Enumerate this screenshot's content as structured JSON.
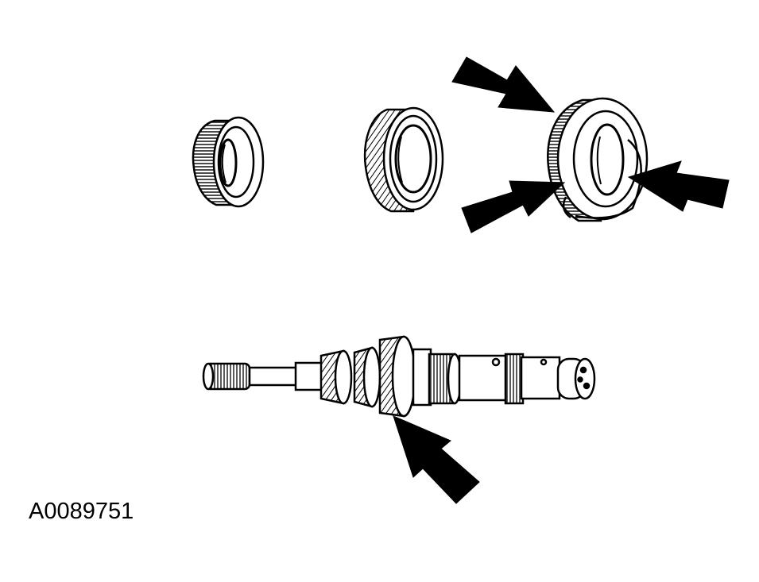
{
  "figure": {
    "id_label": "A0089751",
    "colors": {
      "ink": "#000000",
      "paper": "#ffffff"
    },
    "parts": [
      {
        "name": "synchronizer-blocker-ring",
        "icon": "ring-icon"
      },
      {
        "name": "gear-ring",
        "icon": "gear-icon"
      },
      {
        "name": "synchronizer-ring-highlighted",
        "icon": "ring-icon"
      },
      {
        "name": "mainshaft-gear-assembly",
        "icon": "shaft-icon"
      }
    ],
    "arrow_count": 4
  }
}
